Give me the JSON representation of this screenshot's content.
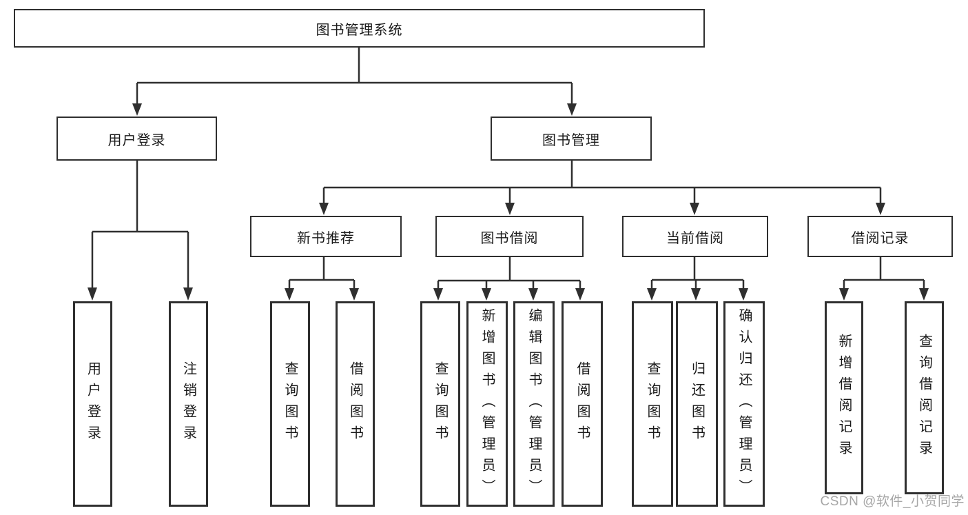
{
  "root_label": "图书管理系统",
  "level2": {
    "user_login": "用户登录",
    "book_management": "图书管理"
  },
  "level3": {
    "new_books": "新书推荐",
    "borrowing": "图书借阅",
    "current": "当前借阅",
    "records": "借阅记录"
  },
  "leaves": {
    "user_login": [
      "用户登录",
      "注销登录"
    ],
    "new_books": [
      "查询图书",
      "借阅图书"
    ],
    "borrowing": [
      "查询图书",
      "新增图书（管理员）",
      "编辑图书（管理员）",
      "借阅图书"
    ],
    "current": [
      "查询图书",
      "归还图书",
      "确认归还（管理员）"
    ],
    "records": [
      "新增借阅记录",
      "查询借阅记录"
    ]
  },
  "watermark": "CSDN @软件_小贺同学",
  "colors": {
    "line": "#2f2f2f",
    "box_border": "#2f2f2f",
    "box_fill": "#ffffff",
    "text": "#1a1a1a",
    "watermark": "#9e9e9e",
    "background": "#ffffff"
  }
}
